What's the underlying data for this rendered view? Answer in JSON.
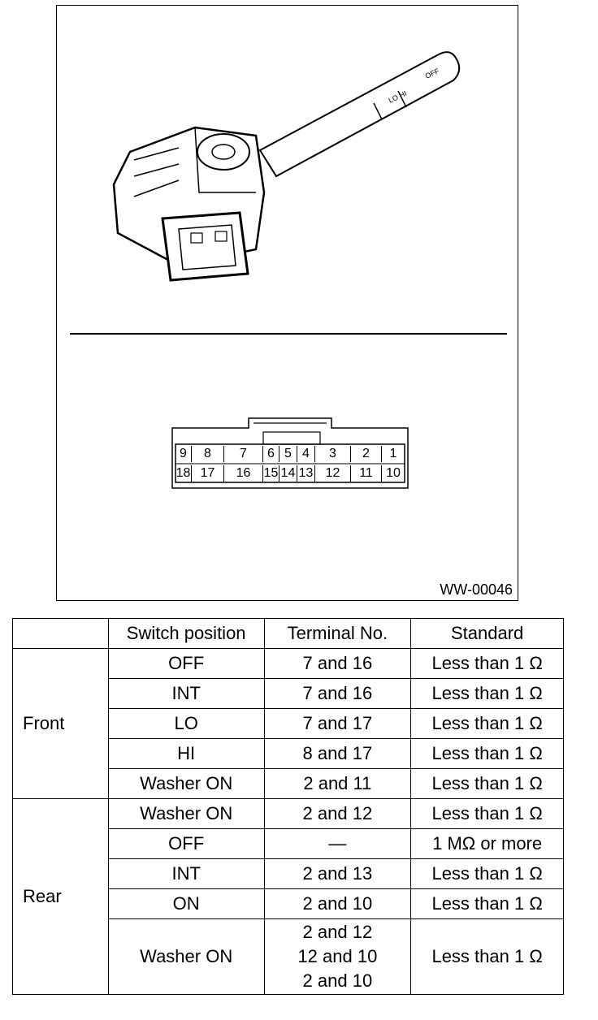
{
  "figure": {
    "id_label": "WW-00046",
    "connector": {
      "top_row": [
        "9",
        "8",
        "7",
        "6",
        "5",
        "4",
        "3",
        "2",
        "1"
      ],
      "bottom_row": [
        "18",
        "17",
        "16",
        "15",
        "14",
        "13",
        "12",
        "11",
        "10"
      ]
    }
  },
  "table": {
    "headers": [
      "",
      "Switch position",
      "Terminal No.",
      "Standard"
    ],
    "groups": [
      {
        "name": "Front",
        "rows": [
          {
            "position": "OFF",
            "terminal": "7 and 16",
            "standard": "Less than 1 Ω"
          },
          {
            "position": "INT",
            "terminal": "7 and 16",
            "standard": "Less than 1 Ω"
          },
          {
            "position": "LO",
            "terminal": "7 and 17",
            "standard": "Less than 1 Ω"
          },
          {
            "position": "HI",
            "terminal": "8 and 17",
            "standard": "Less than 1 Ω"
          },
          {
            "position": "Washer ON",
            "terminal": "2 and 11",
            "standard": "Less than 1 Ω"
          }
        ]
      },
      {
        "name": "Rear",
        "rows": [
          {
            "position": "Washer ON",
            "terminal": "2 and 12",
            "standard": "Less than 1 Ω"
          },
          {
            "position": "OFF",
            "terminal": "—",
            "standard": "1 MΩ or more"
          },
          {
            "position": "INT",
            "terminal": "2 and 13",
            "standard": "Less than 1 Ω"
          },
          {
            "position": "ON",
            "terminal": "2 and 10",
            "standard": "Less than 1 Ω"
          },
          {
            "position": "Washer ON",
            "terminal": [
              "2 and 12",
              "12 and 10",
              "2 and 10"
            ],
            "standard": "Less than 1 Ω"
          }
        ]
      }
    ]
  }
}
